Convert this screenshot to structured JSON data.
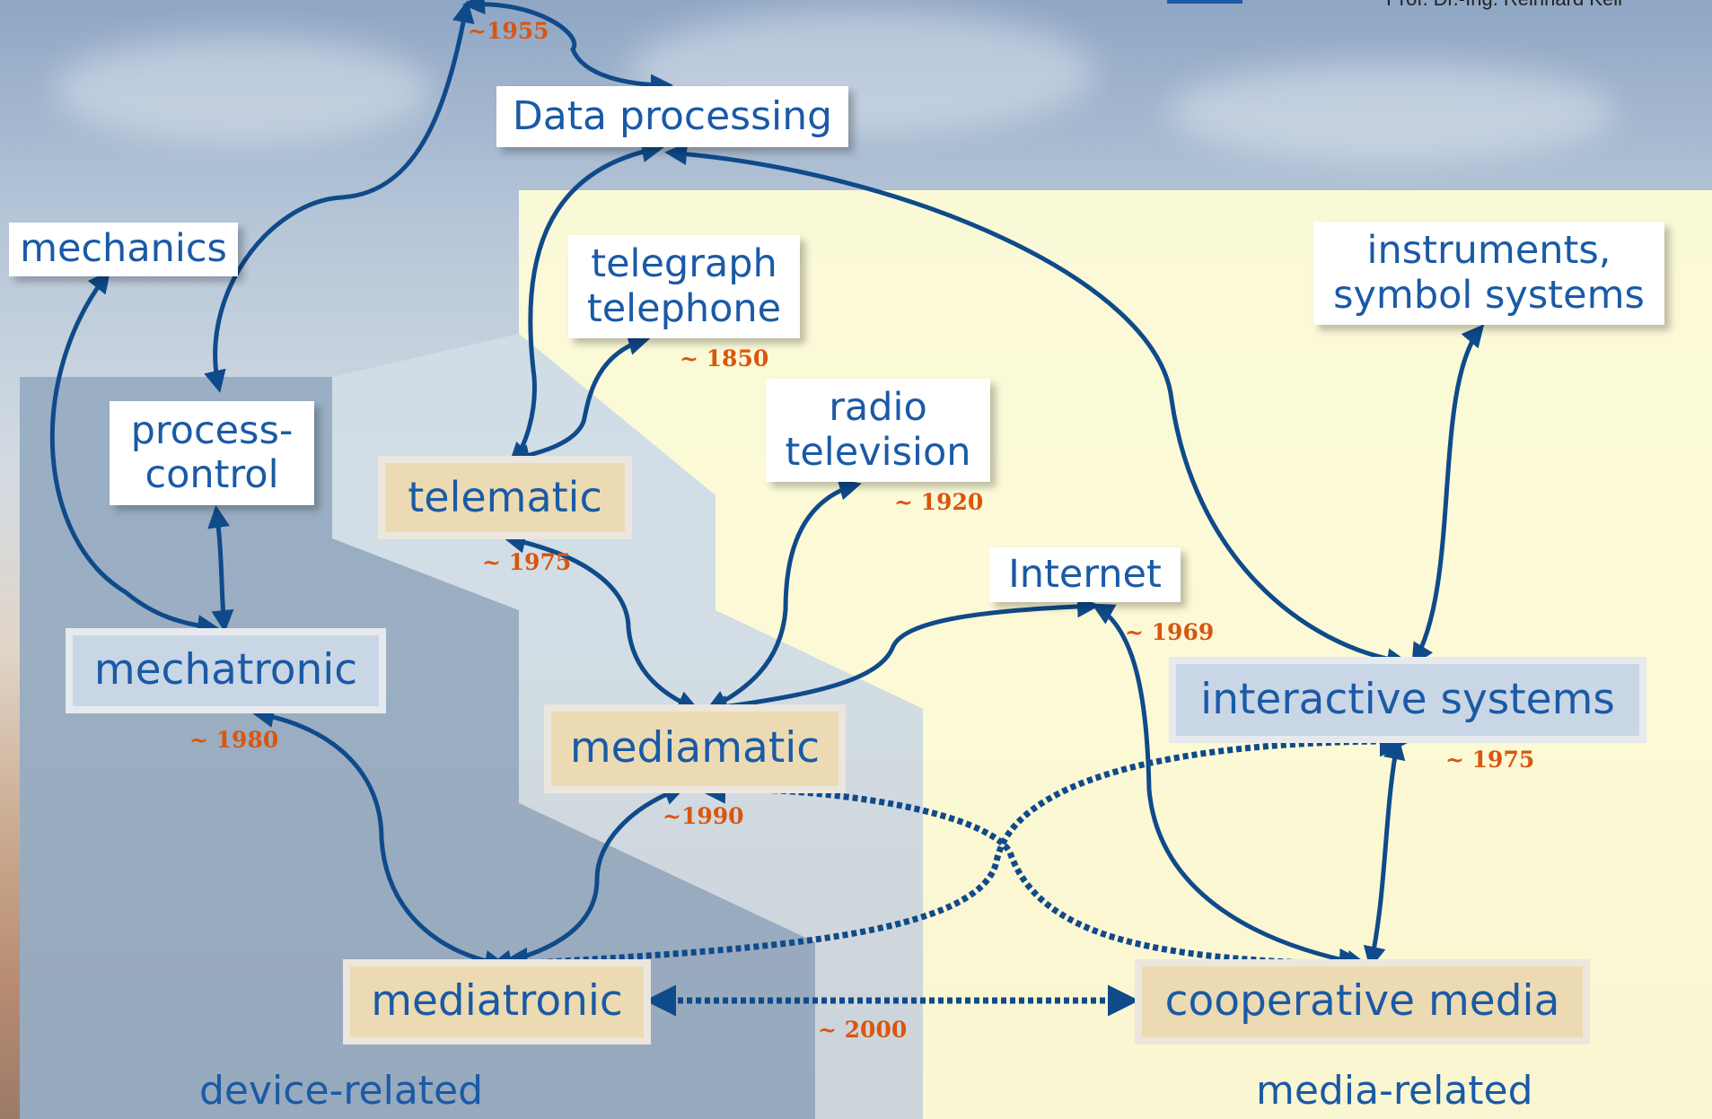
{
  "header": {
    "author": "Prof. Dr.-Ing. Reinhard Keil"
  },
  "nodes": {
    "data_processing": "Data processing",
    "mechanics": "mechanics",
    "telegraph": [
      "telegraph",
      "telephone"
    ],
    "instruments": [
      "instruments,",
      "symbol systems"
    ],
    "process_control": [
      "process-",
      "control"
    ],
    "telematic": "telematic",
    "radio": [
      "radio",
      "television"
    ],
    "internet": "Internet",
    "mechatronic": "mechatronic",
    "interactive": "interactive systems",
    "mediamatic": "mediamatic",
    "mediatronic": "mediatronic",
    "cooperative": "cooperative media"
  },
  "dates": {
    "d1955": "~1955",
    "d1850": "~ 1850",
    "d1920": "~ 1920",
    "d1975_tel": "~  1975",
    "d1969": "~ 1969",
    "d1980": "~ 1980",
    "d1975_int": "~ 1975",
    "d1990": "~1990",
    "d2000": "~ 2000"
  },
  "regions": {
    "device": "device-related",
    "media": "media-related"
  },
  "colors": {
    "arrow": "#0f4a8a",
    "label_text": "#1a5aa6",
    "date_text": "#d9560f",
    "media_zone": "#fdfbd6",
    "device_zone": "#97acc2"
  }
}
